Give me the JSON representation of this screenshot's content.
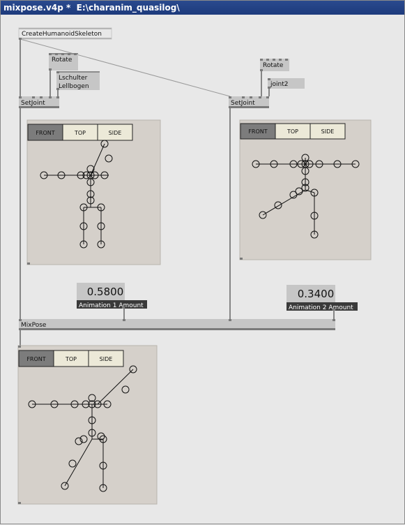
{
  "window": {
    "title": "mixpose.v4p * ",
    "path": "E:\\charanim_quasilog\\"
  },
  "nodes": {
    "create_skeleton": "CreateHumanoidSkeleton",
    "rotate1": "Rotate",
    "rotate2": "Rotate",
    "joint_names1_line1": "Lschulter",
    "joint_names1_line2": "Lellbogen",
    "joint_name2": "joint2",
    "setjoint1": "SetJoint",
    "setjoint2": "SetJoint",
    "mixpose": "MixPose"
  },
  "ioboxes": {
    "amount1": {
      "value": "0.5800",
      "label": "Animation 1 Amount"
    },
    "amount2": {
      "value": "0.3400",
      "label": "Animation 2 Amount"
    }
  },
  "tabs": [
    "FRONT",
    "TOP",
    "SIDE"
  ],
  "active_tab": "FRONT",
  "colors": {
    "titlebar": "#1d3a7c",
    "panel": "#d5d0ca",
    "node": "#c6c6c6",
    "tab_active": "#7c7c7c"
  }
}
